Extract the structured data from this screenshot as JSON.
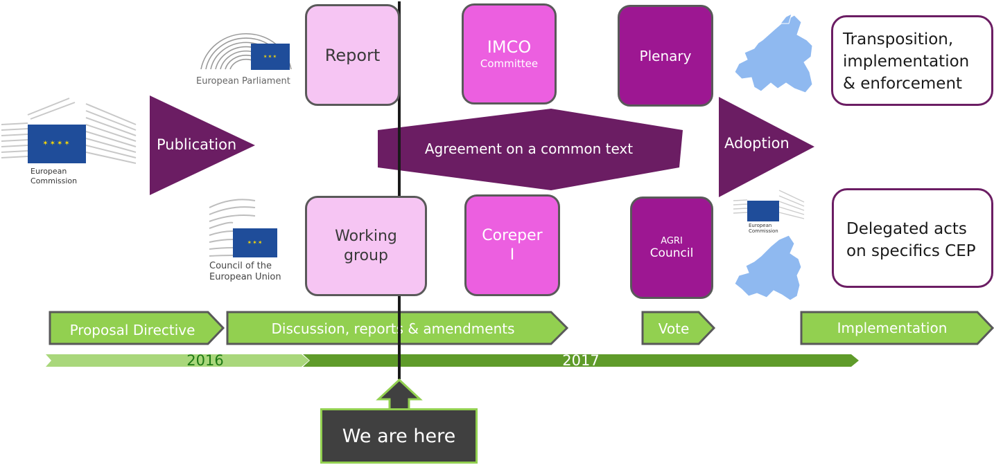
{
  "logos": {
    "parliament": "European Parliament",
    "commission_line1": "European",
    "commission_line2": "Commission",
    "council_line1": "Council of the",
    "council_line2": "European Union",
    "commission_small_line1": "European",
    "commission_small_line2": "Commission"
  },
  "arrows": {
    "publication": "Publication",
    "agreement": "Agreement on a common text",
    "adoption": "Adoption"
  },
  "boxes": {
    "report": "Report",
    "imco_title": "IMCO",
    "imco_sub": "Committee",
    "plenary": "Plenary",
    "working_line1": "Working",
    "working_line2": "group",
    "coreper_line1": "Coreper",
    "coreper_line2": "I",
    "agri_line1": "AGRI",
    "agri_line2": "Council"
  },
  "outcomes": {
    "transposition_line1": "Transposition,",
    "transposition_line2": "implementation",
    "transposition_line3": "& enforcement",
    "delegated_line1": "Delegated acts",
    "delegated_line2": "on specifics CEP"
  },
  "phases": {
    "proposal": "Proposal Directive",
    "discussion": "Discussion, reports & amendments",
    "vote": "Vote",
    "implementation": "Implementation"
  },
  "timeline": {
    "year1": "2016",
    "year2": "2017"
  },
  "marker": {
    "label": "We are here"
  },
  "colors": {
    "dark_purple": "#6b1d63",
    "light_pink": "#f6c5f3",
    "magenta": "#ec5fe0",
    "purple": "#9d1792",
    "phase_green": "#92d050",
    "timeline_light": "#a9d77b",
    "timeline_dark": "#5f9b2a",
    "eu_blue": "#1f4d9a",
    "eu_yellow": "#ffdd00",
    "map_blue": "#8fb9f0"
  }
}
